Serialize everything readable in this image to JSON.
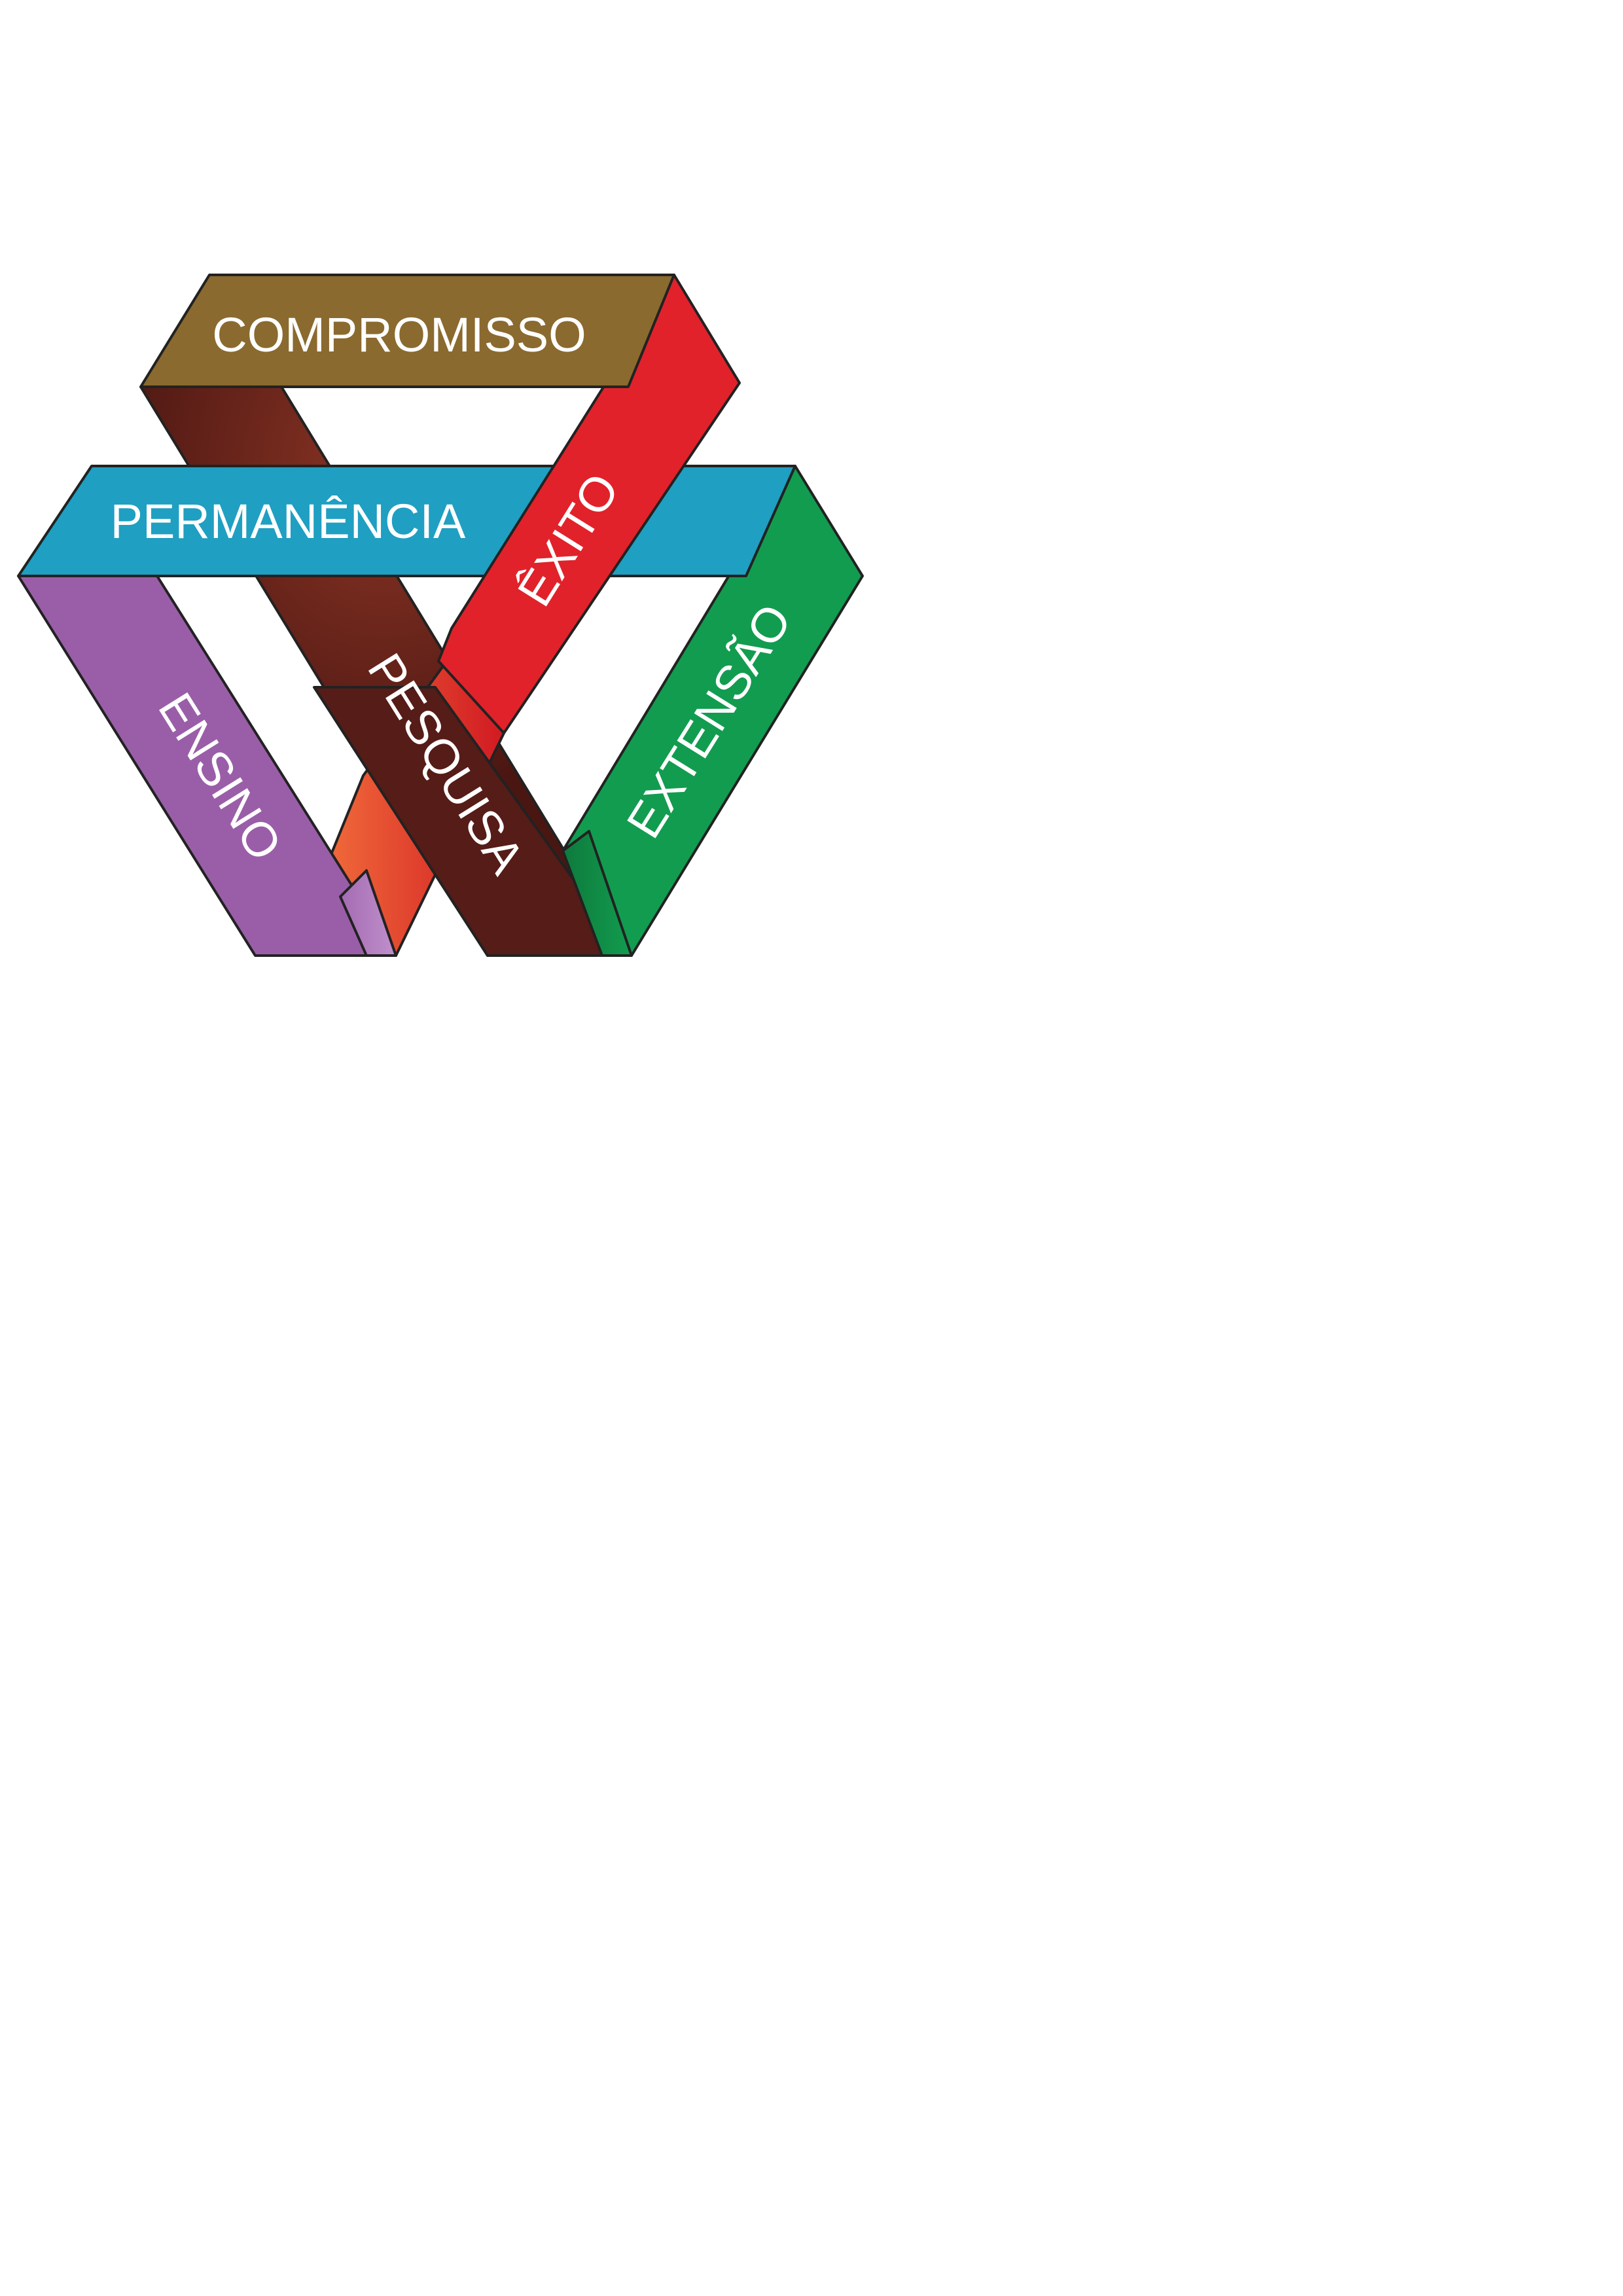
{
  "diagram": {
    "bands": [
      {
        "key": "compromisso",
        "label": "COMPROMISSO",
        "color": "#8a6a2e"
      },
      {
        "key": "permanencia",
        "label": "PERMANÊNCIA",
        "color": "#1f9fc2"
      },
      {
        "key": "exito",
        "label": "ÊXITO",
        "color": "#e1222b"
      },
      {
        "key": "pesquisa",
        "label": "PESQUISA",
        "color": "#561c17"
      },
      {
        "key": "ensino",
        "label": "ENSINO",
        "color": "#9a5ea8"
      },
      {
        "key": "extensao",
        "label": "EXTENSÃO",
        "color": "#129c4f"
      }
    ]
  }
}
